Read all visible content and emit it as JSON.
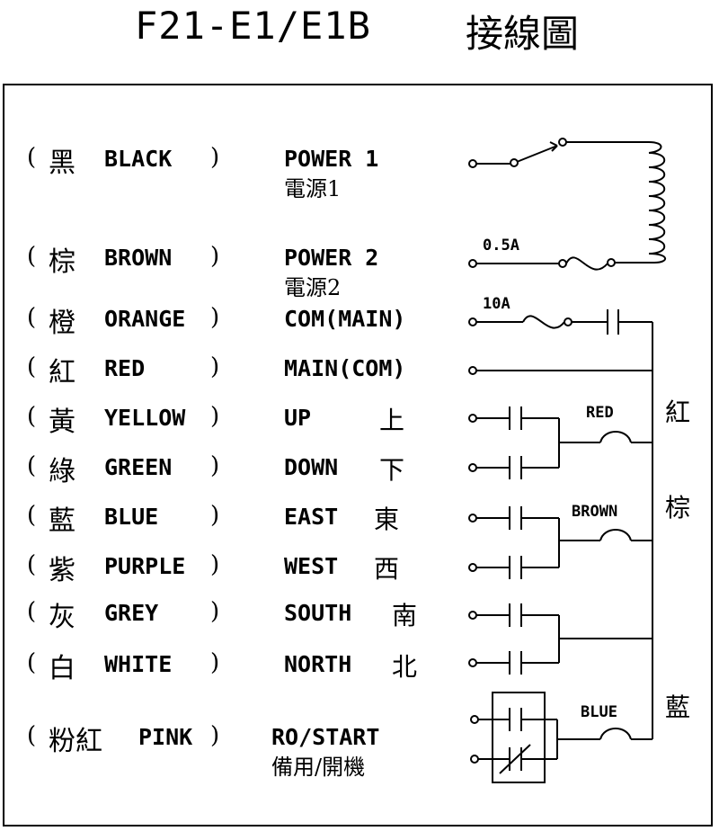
{
  "title": {
    "model": "F21-E1/E1B",
    "cn": "接線圖"
  },
  "rows": [
    {
      "cn": "黑",
      "en": "BLACK",
      "func": "POWER 1",
      "sub": "電源1"
    },
    {
      "cn": "棕",
      "en": "BROWN",
      "func": "POWER 2",
      "sub": "電源2"
    },
    {
      "cn": "橙",
      "en": "ORANGE",
      "func": "COM(MAIN)"
    },
    {
      "cn": "紅",
      "en": "RED",
      "func": "MAIN(COM)"
    },
    {
      "cn": "黃",
      "en": "YELLOW",
      "func": "UP",
      "func_cn": "上"
    },
    {
      "cn": "綠",
      "en": "GREEN",
      "func": "DOWN",
      "func_cn": "下"
    },
    {
      "cn": "藍",
      "en": "BLUE",
      "func": "EAST",
      "func_cn": "東"
    },
    {
      "cn": "紫",
      "en": "PURPLE",
      "func": "WEST",
      "func_cn": "西"
    },
    {
      "cn": "灰",
      "en": "GREY",
      "func": "SOUTH",
      "func_cn": "南"
    },
    {
      "cn": "白",
      "en": "WHITE",
      "func": "NORTH",
      "func_cn": "北"
    },
    {
      "cn": "粉紅",
      "en": "PINK",
      "func": "RO/START",
      "sub": "備用/開機"
    }
  ],
  "paren_open": "(",
  "paren_close": ")",
  "schematic": {
    "fuse_small": "0.5A",
    "fuse_large": "10A",
    "coil_red": "RED",
    "coil_brown": "BROWN",
    "coil_blue": "BLUE",
    "bus_red_cn": "紅",
    "bus_brown_cn": "棕",
    "bus_blue_cn": "藍"
  }
}
